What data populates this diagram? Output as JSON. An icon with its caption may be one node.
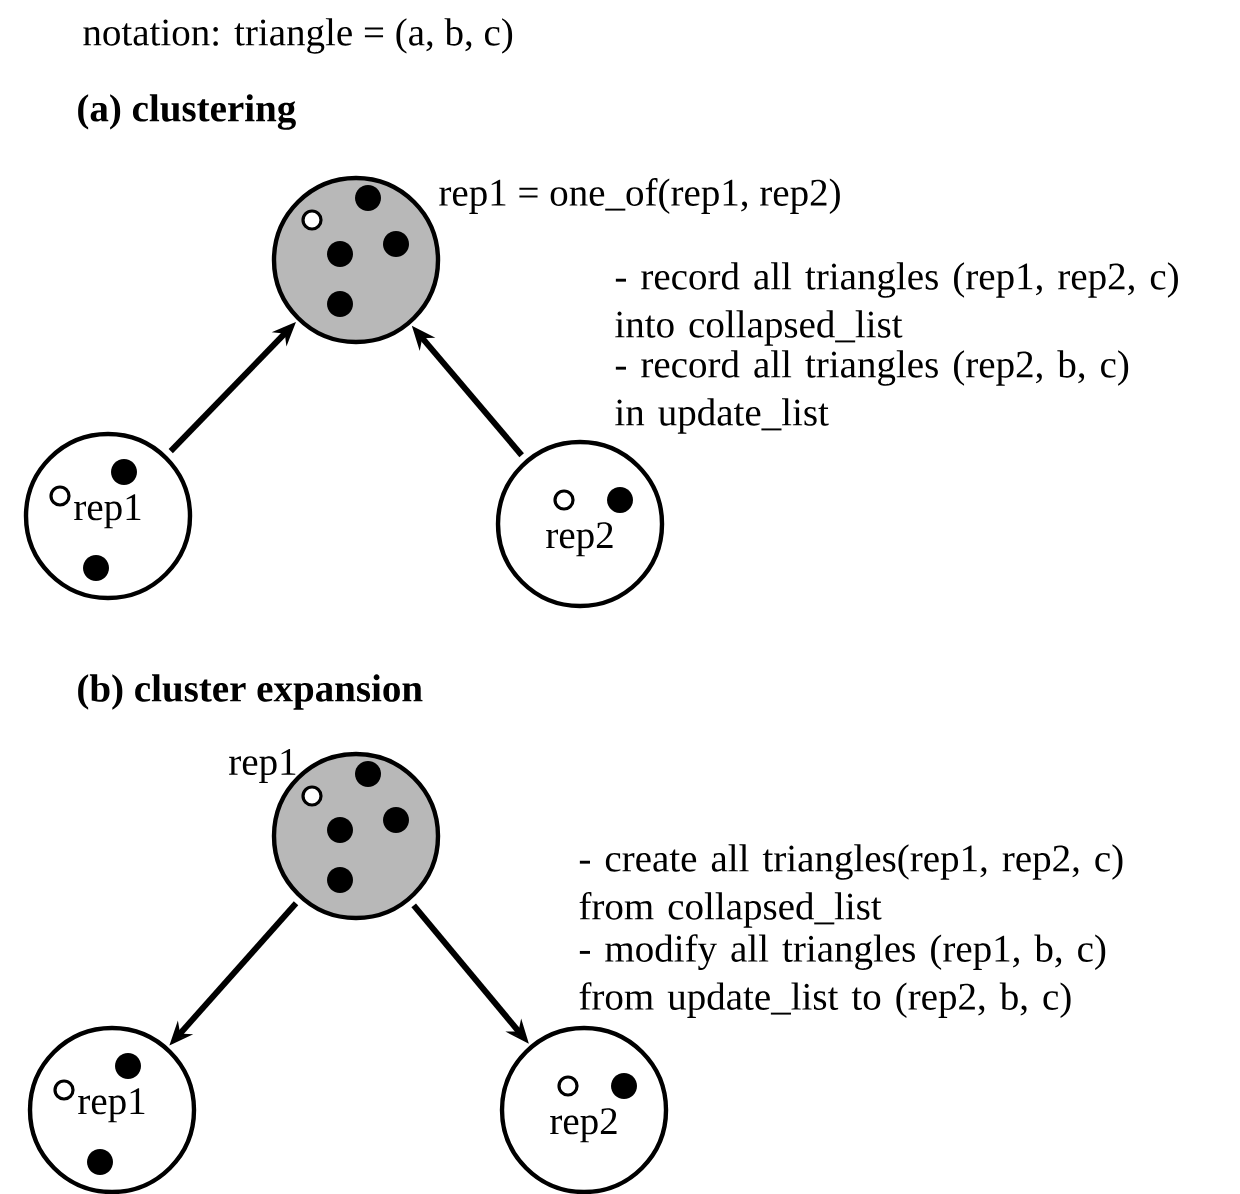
{
  "diagram": {
    "nodes": [
      {
        "text": [],
        "shape": "circle",
        "beside": [
          "rep1 = one_of(rep1, rep2)"
        ]
      },
      {
        "text": [
          "rep1"
        ]
      },
      {
        "text": [
          "rep2"
        ]
      },
      {
        "text": [],
        "shape": "circle",
        "beside": [
          "rep1"
        ]
      },
      {
        "text": [
          "rep1"
        ]
      },
      {
        "text": [
          "rep2"
        ]
      }
    ],
    "edges": [
      {
        "from": 1,
        "to": 0,
        "arrow": "to"
      },
      {
        "from": 2,
        "to": 0,
        "arrow": "to"
      },
      {
        "from": 3,
        "to": 4,
        "arrow": "to"
      },
      {
        "from": 3,
        "to": 5,
        "arrow": "to"
      }
    ],
    "labels": [
      "notation: triangle = (a, b, c)",
      "(a) clustering",
      "- record all triangles (rep1, rep2, c) into collapsed_list",
      "- record all triangles (rep2, b, c) in update_list",
      "(b) cluster expansion",
      "- create all triangles(rep1, rep2, c) from collapsed_list",
      "- modify all triangles (rep1, b, c) from update_list to (rep2, b, c)"
    ]
  }
}
